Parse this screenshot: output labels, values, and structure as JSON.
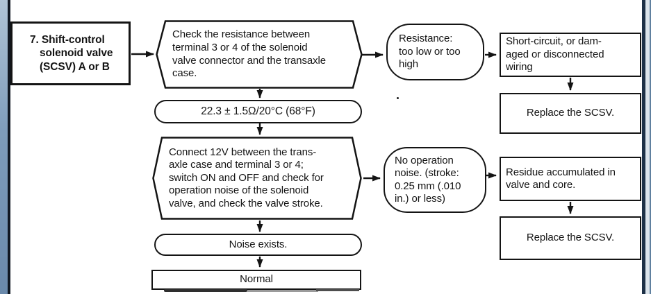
{
  "colors": {
    "ink": "#141414",
    "paper": "#ffffff",
    "frame_steel_blue": "#7e9cbb",
    "frame_navy": "#101722",
    "frame_right_navy": "#1e3147",
    "frame_light_strip": "#dde5ec",
    "frame_edge_blue": "#60809f"
  },
  "nodes": {
    "start": {
      "lines": [
        "7. Shift-control",
        "solenoid valve",
        "(SCSV) A or B"
      ]
    },
    "step1": {
      "lines": [
        "Check the resistance between",
        "terminal 3 or 4 of the solenoid",
        "valve connector and the transaxle",
        "case."
      ]
    },
    "spec1": {
      "label": "22.3 ± 1.5Ω/20°C (68°F)"
    },
    "step2": {
      "lines": [
        "Connect 12V between the trans-",
        "axle case and terminal 3 or 4;",
        "switch ON and OFF and check for",
        "operation noise of the solenoid",
        "valve, and check the valve stroke."
      ]
    },
    "noise": {
      "label": "Noise exists."
    },
    "normal": {
      "label": "Normal"
    },
    "cond1": {
      "lines": [
        "Resistance:",
        "too low or too",
        "high"
      ]
    },
    "cause1": {
      "lines": [
        "Short-circuit, or dam-",
        "aged or disconnected",
        "wiring"
      ]
    },
    "action1": {
      "label": "Replace the SCSV."
    },
    "cond2": {
      "lines": [
        "No operation",
        "noise. (stroke:",
        "0.25 mm (.010",
        "in.) or less)"
      ]
    },
    "cause2": {
      "lines": [
        "Residue accumulated in",
        "valve and core."
      ]
    },
    "action2": {
      "label": "Replace the SCSV."
    }
  }
}
